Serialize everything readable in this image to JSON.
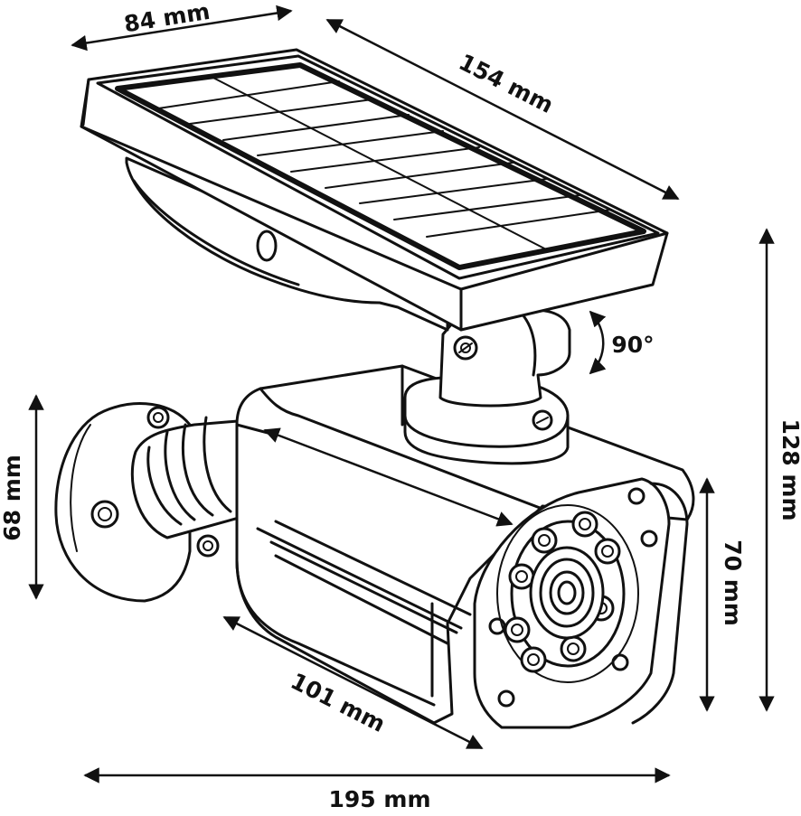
{
  "dimensions": {
    "panel_width": "84 mm",
    "panel_length": "154 mm",
    "rotation": "90°",
    "total_height": "128 mm",
    "mount_height": "68 mm",
    "front_height": "70 mm",
    "body_length": "101 mm",
    "total_length": "195 mm"
  },
  "colors": {
    "line": "#111111",
    "background": "#ffffff"
  }
}
